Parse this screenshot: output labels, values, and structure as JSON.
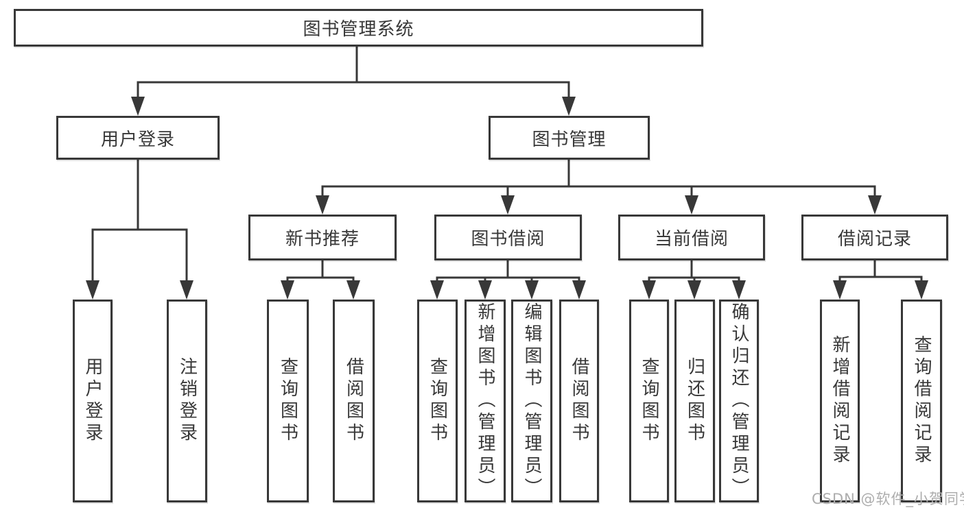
{
  "diagram": {
    "root": {
      "label": "图书管理系统"
    },
    "branches": [
      {
        "label": "用户登录",
        "children": [
          {
            "label": "用户登录"
          },
          {
            "label": "注销登录"
          }
        ]
      },
      {
        "label": "图书管理",
        "sections": [
          {
            "label": "新书推荐",
            "children": [
              {
                "label": "查询图书"
              },
              {
                "label": "借阅图书"
              }
            ]
          },
          {
            "label": "图书借阅",
            "children": [
              {
                "label": "查询图书"
              },
              {
                "label": "新增图书（管理员）"
              },
              {
                "label": "编辑图书（管理员）"
              },
              {
                "label": "借阅图书"
              }
            ]
          },
          {
            "label": "当前借阅",
            "children": [
              {
                "label": "查询图书"
              },
              {
                "label": "归还图书"
              },
              {
                "label": "确认归还（管理员）"
              }
            ]
          },
          {
            "label": "借阅记录",
            "children": [
              {
                "label": "新增借阅记录"
              },
              {
                "label": "查询借阅记录"
              }
            ]
          }
        ]
      }
    ]
  },
  "watermark": "CSDN @软件_小贺同学",
  "colors": {
    "line": "#383838",
    "text": "#383838",
    "watermark": "#adadad",
    "background": "#ffffff"
  }
}
